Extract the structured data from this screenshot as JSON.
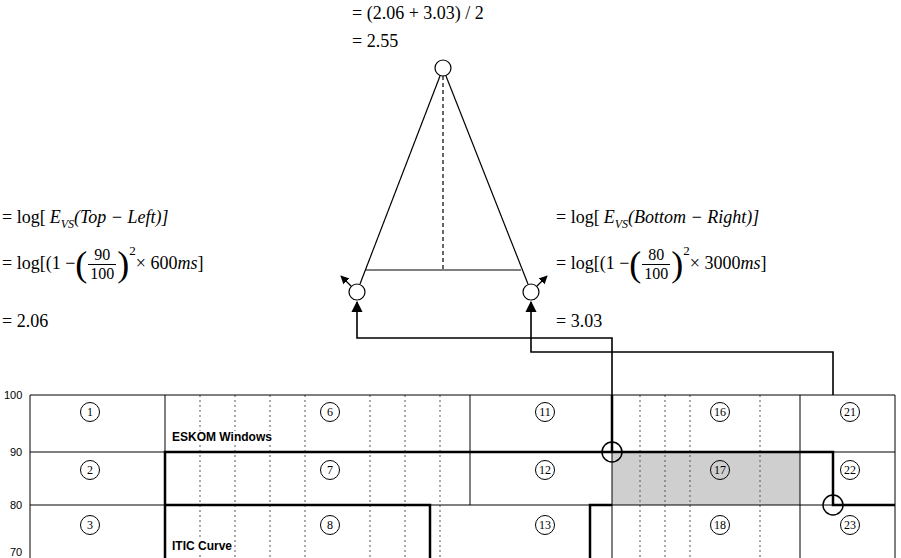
{
  "diagram": {
    "nodes": [
      {
        "text": [
          "1"
        ]
      },
      {
        "text": [
          "6"
        ]
      },
      {
        "text": [
          "11"
        ]
      },
      {
        "text": [
          "16"
        ]
      },
      {
        "text": [
          "21"
        ]
      },
      {
        "text": [
          "2"
        ]
      },
      {
        "text": [
          "7"
        ]
      },
      {
        "text": [
          "12"
        ]
      },
      {
        "text": [
          "17"
        ]
      },
      {
        "text": [
          "22"
        ]
      },
      {
        "text": [
          "3"
        ]
      },
      {
        "text": [
          "8"
        ]
      },
      {
        "text": [
          "13"
        ]
      },
      {
        "text": [
          "18"
        ]
      },
      {
        "text": [
          "23"
        ]
      }
    ],
    "labels": [
      "= (2.06 + 3.03) / 2",
      "= 2.55",
      "= log[",
      "E",
      "VS",
      "(Top − Left)]",
      "= log[(1 −",
      "(",
      "90",
      "100",
      ")",
      "2",
      "× 600",
      "ms",
      "]",
      "= 2.06",
      "= log[",
      "E",
      "VS",
      "(Bottom − Right)]",
      "= log[(1 −",
      "(",
      "80",
      "100",
      ")",
      "2",
      "× 3000",
      "ms",
      "]",
      "= 3.03",
      "100",
      "90",
      "80",
      "70",
      "ESKOM Windows",
      "ITIC Curve"
    ]
  }
}
